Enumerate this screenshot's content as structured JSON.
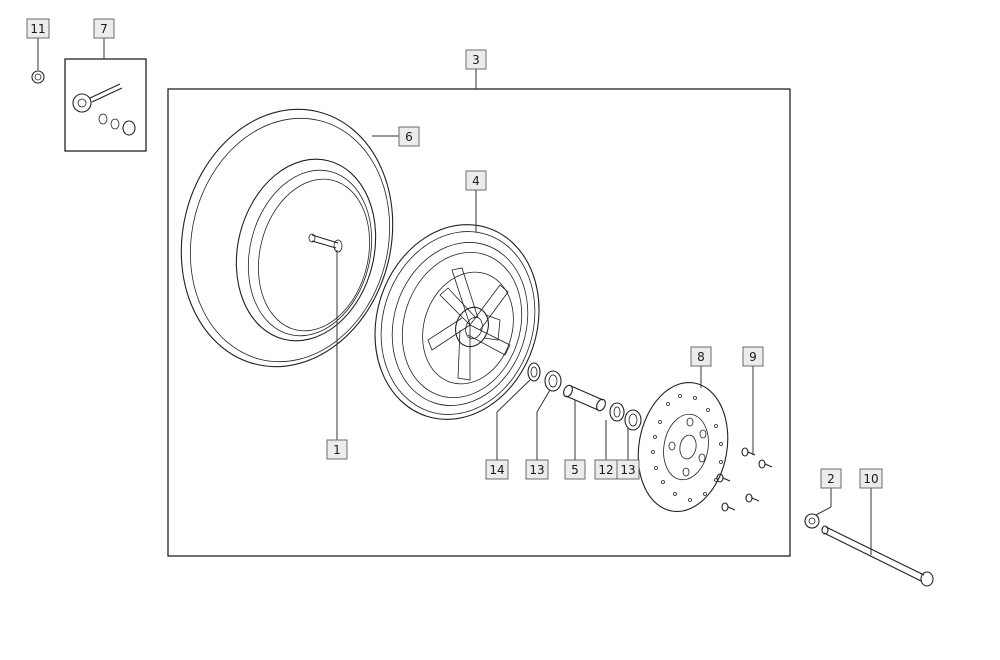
{
  "callouts": {
    "c1": "1",
    "c2": "2",
    "c3": "3",
    "c4": "4",
    "c5": "5",
    "c6": "6",
    "c7": "7",
    "c8": "8",
    "c9": "9",
    "c10": "10",
    "c11": "11",
    "c12": "12",
    "c13a": "13",
    "c13b": "13",
    "c14": "14"
  },
  "colors": {
    "line": "#222222",
    "label_fill": "#ececec",
    "label_border": "#6b6b6b"
  }
}
